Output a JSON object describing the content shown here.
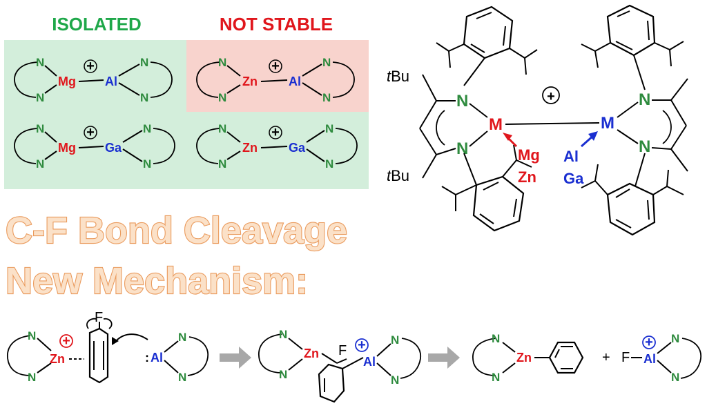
{
  "headers": {
    "isolated": "ISOLATED",
    "not_stable": "NOT STABLE"
  },
  "atoms": {
    "N": "N",
    "Mg": "Mg",
    "Zn": "Zn",
    "Al": "Al",
    "Ga": "Ga",
    "F": "F",
    "M": "M",
    "plus": "+",
    "lone_pair": ":"
  },
  "boxes": [
    {
      "left_metal": "Mg",
      "right_metal": "Al",
      "status": "isolated",
      "bg": "#d3eedb"
    },
    {
      "left_metal": "Zn",
      "right_metal": "Al",
      "status": "not stable",
      "bg": "#f8d3cd"
    },
    {
      "left_metal": "Mg",
      "right_metal": "Ga",
      "status": "isolated",
      "bg": "#d3eedb"
    },
    {
      "left_metal": "Zn",
      "right_metal": "Ga",
      "status": "isolated",
      "bg": "#d3eedb"
    }
  ],
  "title": {
    "line1": "C-F Bond Cleavage",
    "line2": "New Mechanism:"
  },
  "structure": {
    "tbu_top": "tBu",
    "tbu_bottom": "tBu",
    "left_metals": [
      "Mg",
      "Zn"
    ],
    "right_metals": [
      "Al",
      "Ga"
    ]
  },
  "colors": {
    "green_box": "#d3eedb",
    "red_box": "#f8d3cd",
    "green_text": "#1fa84a",
    "red_text": "#e0161c",
    "blue_text": "#1a2fd1",
    "N_green": "#2e8b3e",
    "title_fill": "#fbe1c8",
    "title_stroke": "#ea9a5c",
    "arrow_grey": "#a8a8a8"
  }
}
